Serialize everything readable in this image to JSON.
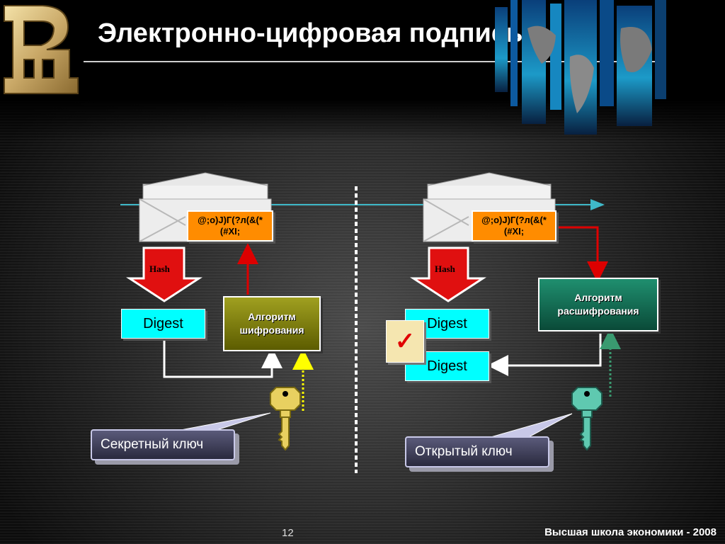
{
  "slide": {
    "title": "Электронно-цифровая подпись",
    "page_number": "12",
    "footer": "Высшая школа экономики - 2008"
  },
  "left_panel": {
    "cipher_text": "@;o)J)Г(?л(&(*\n(#XI;",
    "hash_label": "Hash",
    "digest_label": "Digest",
    "algorithm_label": "Алгоритм\nшифрования",
    "key_label": "Секретный ключ"
  },
  "right_panel": {
    "cipher_text": "@;o)J)Г(?л(&(*\n(#XI;",
    "hash_label": "Hash",
    "digest_label": "Digest",
    "digest2_label": "Digest",
    "algorithm_label": "Алгоритм\nрасшифрования",
    "key_label": "Открытый ключ",
    "check_icon": "✓"
  },
  "colors": {
    "cipher": "#ff8c00",
    "digest": "#00ffff",
    "arrow_red": "#dd0000",
    "arrow_yellow": "#ffff00",
    "arrow_green": "#3a9a70",
    "key_gold": "#e8d060",
    "key_teal": "#5fc9b0"
  }
}
